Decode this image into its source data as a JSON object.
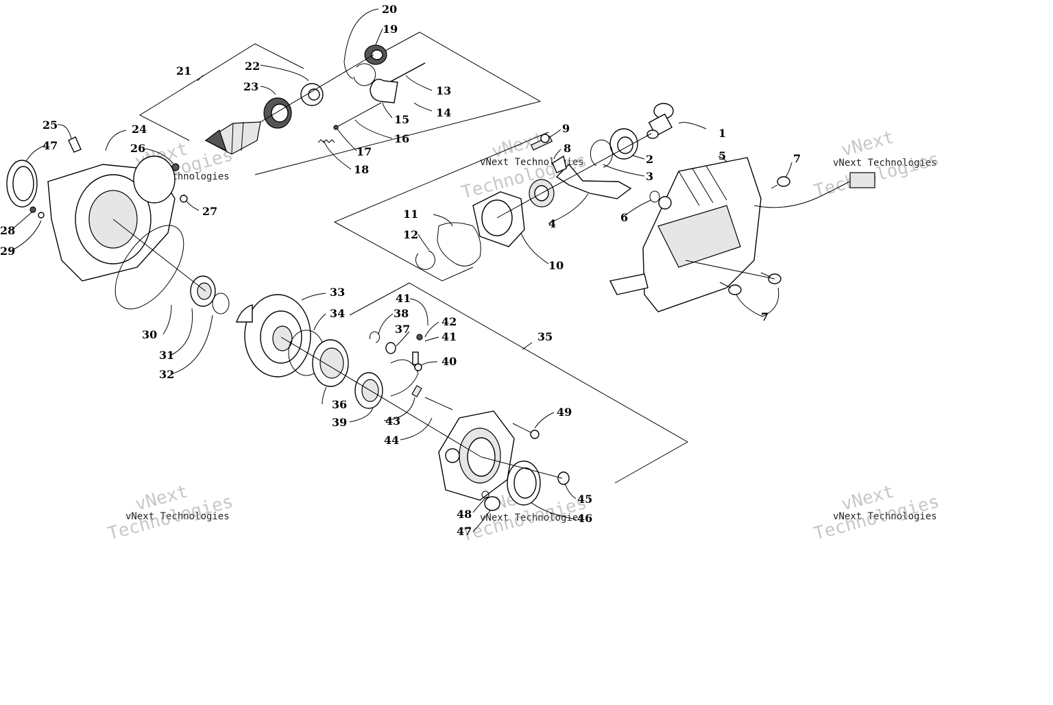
{
  "callouts": [
    "1",
    "2",
    "3",
    "4",
    "5",
    "6",
    "7",
    "7",
    "8",
    "9",
    "10",
    "11",
    "12",
    "13",
    "14",
    "15",
    "16",
    "17",
    "18",
    "19",
    "20",
    "21",
    "22",
    "23",
    "24",
    "25",
    "26",
    "27",
    "28",
    "29",
    "30",
    "31",
    "32",
    "33",
    "34",
    "35",
    "36",
    "37",
    "38",
    "39",
    "40",
    "41",
    "41",
    "42",
    "43",
    "44",
    "45",
    "46",
    "47",
    "47",
    "48",
    "49"
  ],
  "watermarks": {
    "brand_line1": "vNext",
    "brand_line2": "Technologies",
    "brand_small": "vNext Technologies"
  }
}
